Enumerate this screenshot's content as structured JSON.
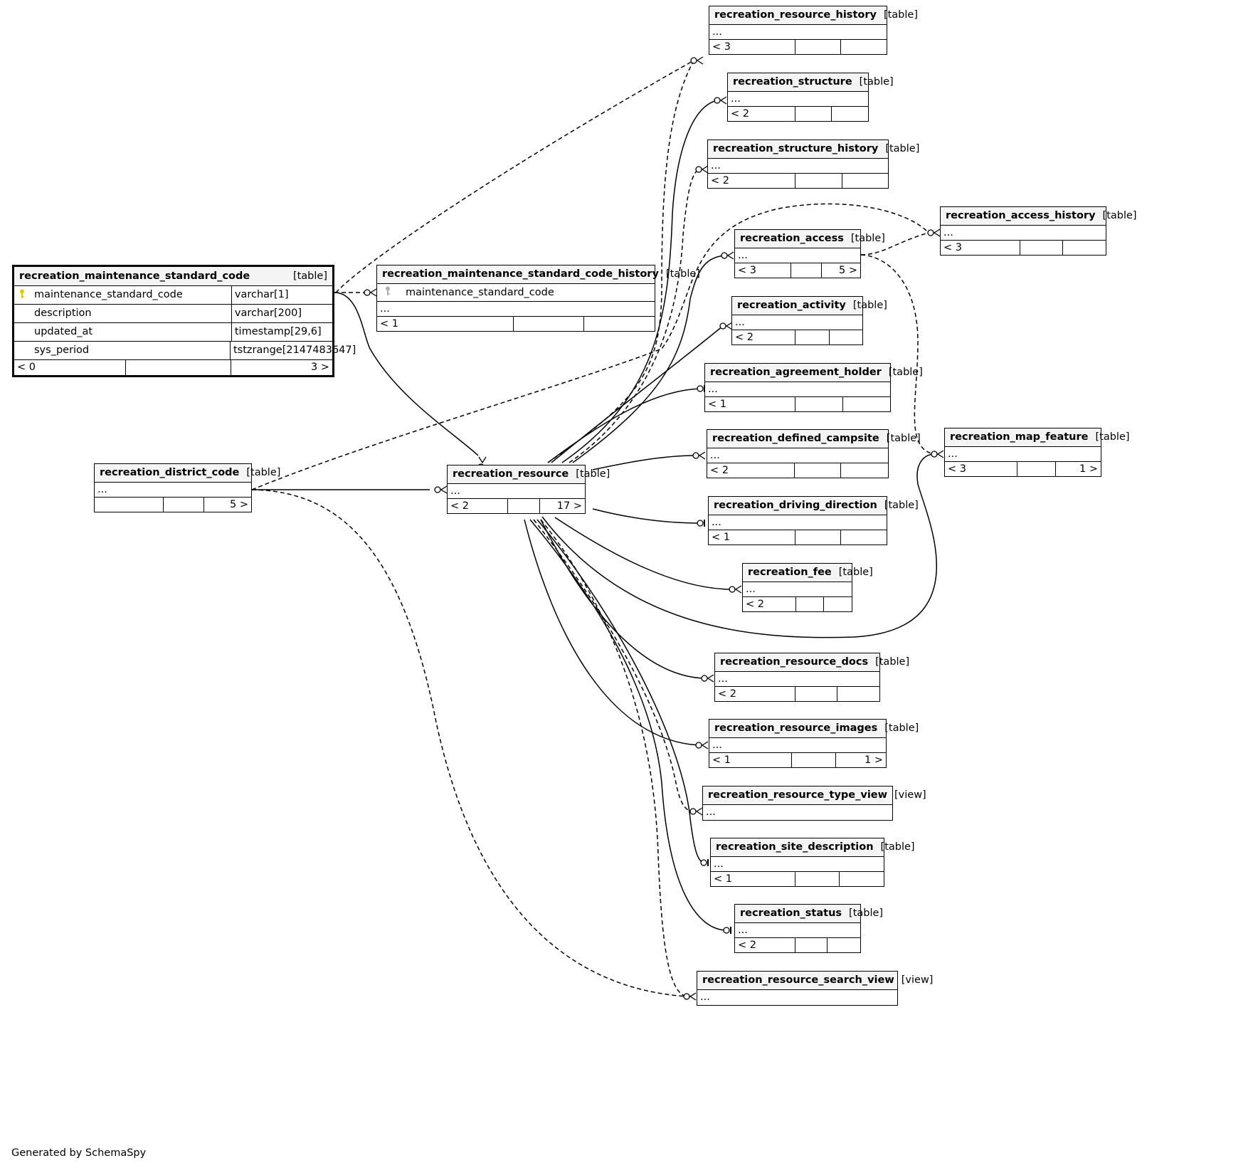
{
  "diagram": {
    "generator_note": "Generated by SchemaSpy",
    "colors": {
      "line": "#000000",
      "header_bg": "#f4f4f4",
      "key_primary": "#e6c800",
      "key_foreign": "#b0b0b0"
    },
    "main_table": {
      "name": "recreation_maintenance_standard_code",
      "kind": "[table]",
      "columns": [
        {
          "name": "maintenance_standard_code",
          "type": "varchar[1]",
          "key": "primary-key"
        },
        {
          "name": "description",
          "type": "varchar[200]",
          "key": ""
        },
        {
          "name": "updated_at",
          "type": "timestamp[29,6]",
          "key": ""
        },
        {
          "name": "sys_period",
          "type": "tstzrange[2147483647]",
          "key": ""
        }
      ],
      "footer": [
        "< 0",
        "",
        "3 >"
      ]
    },
    "tables": [
      {
        "id": "rmsch",
        "name": "recreation_maintenance_standard_code_history",
        "kind": "[table]",
        "rows": [
          "maintenance_standard_code",
          "..."
        ],
        "footer": [
          "< 1",
          "",
          ""
        ]
      },
      {
        "id": "rrh",
        "name": "recreation_resource_history",
        "kind": "[table]",
        "rows": [
          "..."
        ],
        "footer": [
          "< 3",
          "",
          ""
        ]
      },
      {
        "id": "rs",
        "name": "recreation_structure",
        "kind": "[table]",
        "rows": [
          "..."
        ],
        "footer": [
          "< 2",
          "",
          ""
        ]
      },
      {
        "id": "rsh",
        "name": "recreation_structure_history",
        "kind": "[table]",
        "rows": [
          "..."
        ],
        "footer": [
          "< 2",
          "",
          ""
        ]
      },
      {
        "id": "rah",
        "name": "recreation_access_history",
        "kind": "[table]",
        "rows": [
          "..."
        ],
        "footer": [
          "< 3",
          "",
          ""
        ]
      },
      {
        "id": "ra",
        "name": "recreation_access",
        "kind": "[table]",
        "rows": [
          "..."
        ],
        "footer": [
          "< 3",
          "",
          "5 >"
        ]
      },
      {
        "id": "ract",
        "name": "recreation_activity",
        "kind": "[table]",
        "rows": [
          "..."
        ],
        "footer": [
          "< 2",
          "",
          ""
        ]
      },
      {
        "id": "rag",
        "name": "recreation_agreement_holder",
        "kind": "[table]",
        "rows": [
          "..."
        ],
        "footer": [
          "< 1",
          "",
          ""
        ]
      },
      {
        "id": "rdc",
        "name": "recreation_defined_campsite",
        "kind": "[table]",
        "rows": [
          "..."
        ],
        "footer": [
          "< 2",
          "",
          ""
        ]
      },
      {
        "id": "rmf",
        "name": "recreation_map_feature",
        "kind": "[table]",
        "rows": [
          "..."
        ],
        "footer": [
          "< 3",
          "",
          "1 >"
        ]
      },
      {
        "id": "rdd",
        "name": "recreation_driving_direction",
        "kind": "[table]",
        "rows": [
          "..."
        ],
        "footer": [
          "< 1",
          "",
          ""
        ]
      },
      {
        "id": "rdist",
        "name": "recreation_district_code",
        "kind": "[table]",
        "rows": [
          "..."
        ],
        "footer": [
          "",
          "",
          "5 >"
        ]
      },
      {
        "id": "rr",
        "name": "recreation_resource",
        "kind": "[table]",
        "rows": [
          "..."
        ],
        "footer": [
          "< 2",
          "",
          "17 >"
        ]
      },
      {
        "id": "rfee",
        "name": "recreation_fee",
        "kind": "[table]",
        "rows": [
          "..."
        ],
        "footer": [
          "< 2",
          "",
          ""
        ]
      },
      {
        "id": "rrd",
        "name": "recreation_resource_docs",
        "kind": "[table]",
        "rows": [
          "..."
        ],
        "footer": [
          "< 2",
          "",
          ""
        ]
      },
      {
        "id": "rri",
        "name": "recreation_resource_images",
        "kind": "[table]",
        "rows": [
          "..."
        ],
        "footer": [
          "< 1",
          "",
          "1 >"
        ]
      },
      {
        "id": "rrtv",
        "name": "recreation_resource_type_view",
        "kind": "[view]",
        "rows": [
          "..."
        ],
        "footer": null
      },
      {
        "id": "rsd",
        "name": "recreation_site_description",
        "kind": "[table]",
        "rows": [
          "..."
        ],
        "footer": [
          "< 1",
          "",
          ""
        ]
      },
      {
        "id": "rstat",
        "name": "recreation_status",
        "kind": "[table]",
        "rows": [
          "..."
        ],
        "footer": [
          "< 2",
          "",
          ""
        ]
      },
      {
        "id": "rrsv",
        "name": "recreation_resource_search_view",
        "kind": "[view]",
        "rows": [
          "..."
        ],
        "footer": null
      }
    ]
  }
}
